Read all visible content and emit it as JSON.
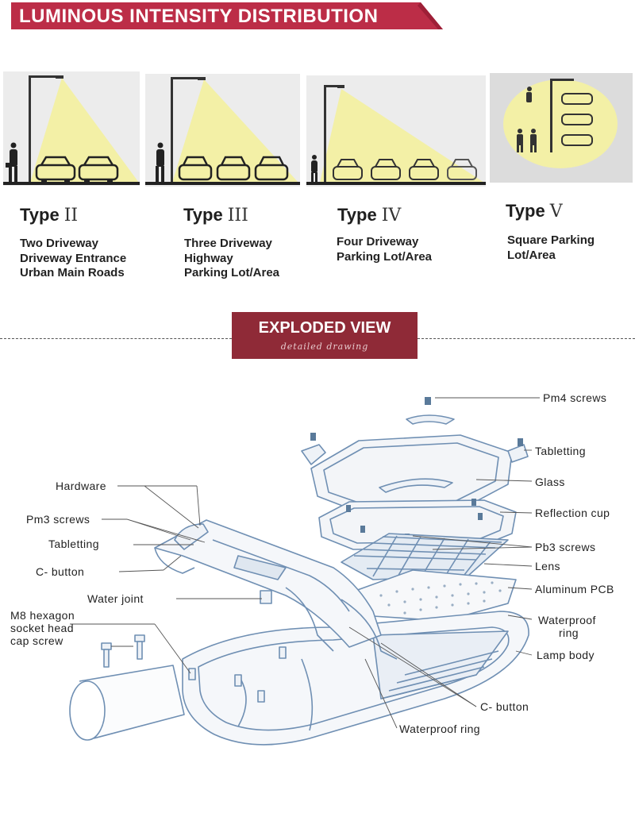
{
  "banner": {
    "title": "LUMINOUS INTENSITY DISTRIBUTION"
  },
  "types": [
    {
      "label": "Type",
      "numeral": "II",
      "lines": [
        "Two Driveway",
        "Driveway Entrance",
        "Urban Main Roads"
      ]
    },
    {
      "label": "Type",
      "numeral": "III",
      "lines": [
        "Three Driveway",
        "Highway",
        "Parking Lot/Area"
      ]
    },
    {
      "label": "Type",
      "numeral": "IV",
      "lines": [
        "Four Driveway",
        "Parking Lot/Area"
      ]
    },
    {
      "label": "Type",
      "numeral": "V",
      "lines": [
        "Square Parking",
        "Lot/Area"
      ]
    }
  ],
  "exploded": {
    "title": "EXPLODED VIEW",
    "subtitle": "detailed drawing"
  },
  "labels": {
    "pm4_screws": "Pm4 screws",
    "tabletting_right": "Tabletting",
    "glass": "Glass",
    "reflection_cup": "Reflection  cup",
    "pb3_screws": "Pb3 screws",
    "lens": "Lens",
    "aluminum_pcb": "Aluminum PCB",
    "waterproof_ring_right": [
      "Waterproof",
      "ring"
    ],
    "lamp_body": "Lamp body",
    "c_button_bottom": "C- button",
    "waterproof_ring_bottom": "Waterproof  ring",
    "hardware": "Hardware",
    "pm3_screws": "Pm3 screws",
    "tabletting_left": "Tabletting",
    "c_button_left": "C- button",
    "water_joint": "Water joint",
    "m8_screw": [
      "M8 hexagon",
      "socket head",
      "cap screw"
    ]
  },
  "colors": {
    "banner": "#bc2d47",
    "exploded_box": "#8f2a37",
    "beam": "#f3f0a6",
    "panel_bg": "#ececec",
    "line_art": "#6f8fb3"
  }
}
